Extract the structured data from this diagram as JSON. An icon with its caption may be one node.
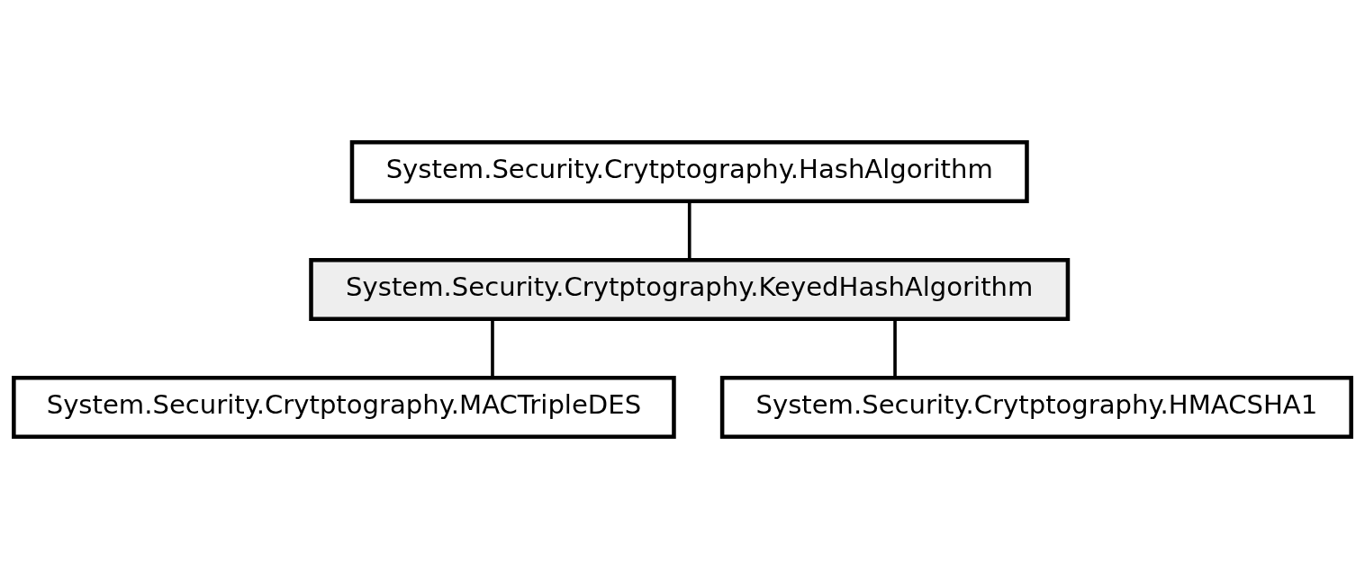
{
  "diagram": {
    "nodes": [
      {
        "text": [
          "System.Security.Crytptography.HashAlgorithm"
        ]
      },
      {
        "text": [
          "System.Security.Crytptography.KeyedHashAlgorithm"
        ]
      },
      {
        "text": [
          "System.Security.Crytptography.MACTripleDES"
        ]
      },
      {
        "text": [
          "System.Security.Crytptography.HMACSHA1"
        ]
      }
    ],
    "edges": [
      {
        "from": 0,
        "to": 1,
        "arrow": "none"
      },
      {
        "from": 1,
        "to": 2,
        "arrow": "none"
      },
      {
        "from": 1,
        "to": 3,
        "arrow": "none"
      }
    ]
  }
}
